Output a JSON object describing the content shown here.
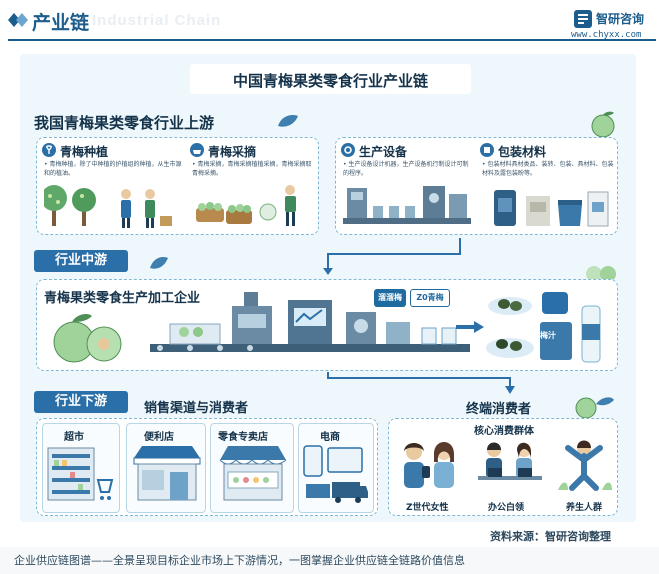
{
  "header": {
    "title": "产业链",
    "watermark": "Industrial Chain",
    "logo_name": "智研咨询",
    "logo_url": "www.chyxx.com"
  },
  "main_title": "中国青梅果类零食行业产业链",
  "upstream": {
    "title": "我国青梅果类零食行业上游",
    "items": [
      {
        "label": "青梅种植",
        "note": "• 青梅种植，除了中种植的护植组的种植，从生市源和的植油。"
      },
      {
        "label": "青梅采摘",
        "note": "• 青梅采摘，青梅采摘植植采摘，青梅采摘取青梅采摘。"
      },
      {
        "label": "生产设备",
        "note": "• 生产设备设计机器，生产设备机行制设计可制的程序。"
      },
      {
        "label": "包装材料",
        "note": "• 包装材料具材类品、装转、包装、具材料、包装材料及露包装盼等。"
      }
    ]
  },
  "midstream": {
    "tab": "行业中游",
    "title": "青梅果类零食生产加工企业",
    "brands": [
      "溜溜梅",
      "Z0青梅"
    ],
    "product_label": "梅汁"
  },
  "downstream": {
    "tab": "行业下游",
    "channels_title": "销售渠道与消费者",
    "channels": [
      "超市",
      "便利店",
      "零食专卖店",
      "电商"
    ],
    "consumer_title": "终端消费者",
    "group_title": "核心消费群体",
    "groups": [
      "Z世代女性",
      "办公白领",
      "养生人群"
    ]
  },
  "source": "资料来源：智研咨询整理",
  "footer": "企业供应链图谱——全景呈现目标企业市场上下游情况，一图掌握企业供应链全链路价值信息",
  "colors": {
    "primary": "#1d5d8c",
    "tab": "#2b6fa8",
    "panel": "#eef7fb",
    "plum": "#7fbf7a"
  }
}
